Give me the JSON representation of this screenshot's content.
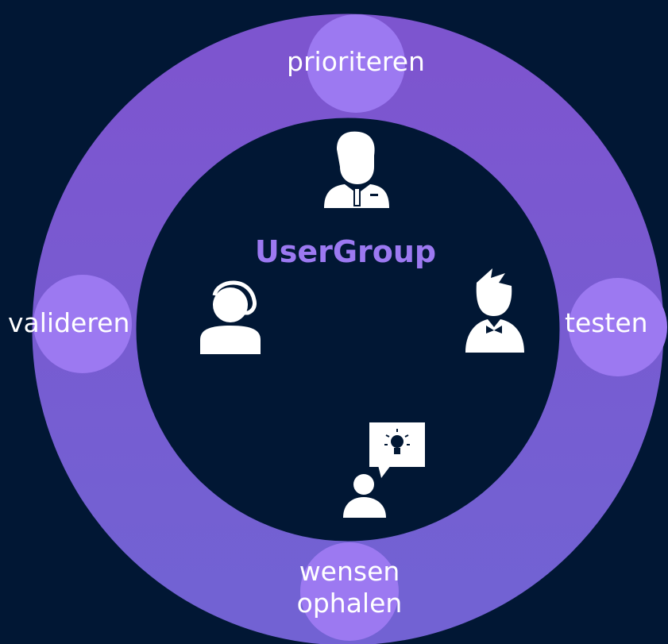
{
  "diagram": {
    "title": "UserGroup",
    "colors": {
      "background": "#011734",
      "ring": "#7a57cf",
      "node": "#9c79f1",
      "title": "#9c79f1",
      "icon": "#ffffff"
    },
    "stages": {
      "top": "prioriteren",
      "right": "testen",
      "bottom_line1": "wensen",
      "bottom_line2": "ophalen",
      "left": "valideren"
    },
    "icons": {
      "top": "business-man-icon",
      "right": "person-bowtie-icon",
      "bottom": "person-idea-bubble-icon",
      "left": "support-headset-icon"
    }
  }
}
